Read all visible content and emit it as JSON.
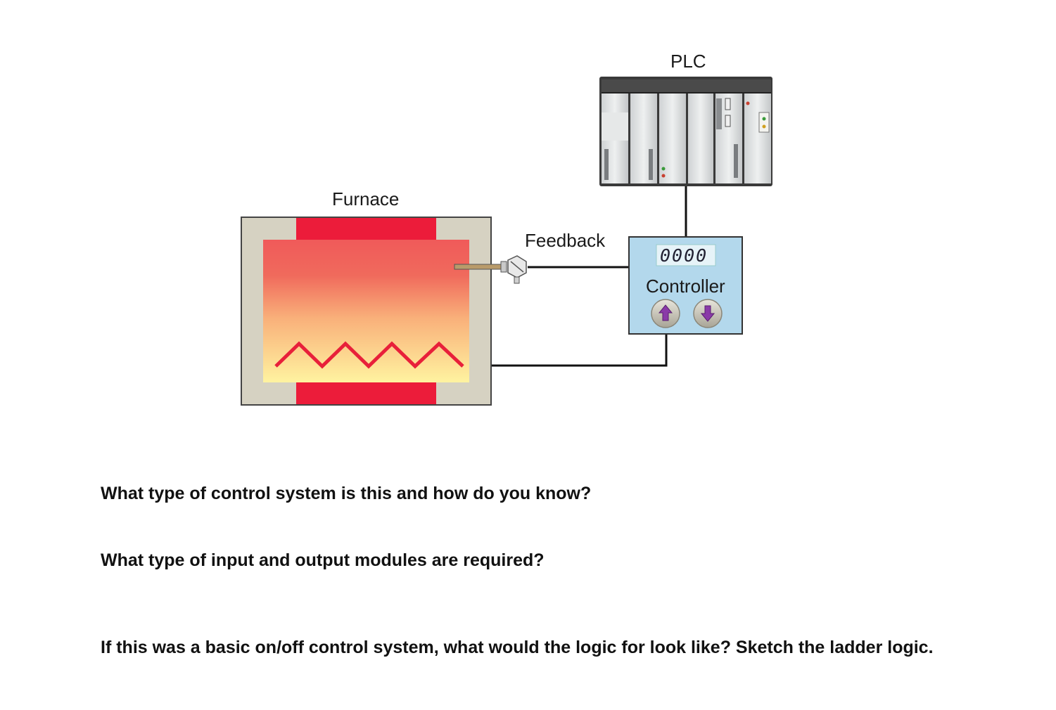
{
  "diagram": {
    "plc_label": "PLC",
    "furnace_label": "Furnace",
    "feedback_label": "Feedback",
    "controller_label": "Controller",
    "controller_display": "0000",
    "colors": {
      "furnace_wall": "#d6d2c2",
      "furnace_insulation": "#ec1c3a",
      "flame_top": "#f05a5a",
      "flame_bottom": "#fff3a0",
      "heating_element": "#e8203a",
      "controller_body": "#b3d8ec",
      "wire": "#111111"
    },
    "icons": {
      "thermocouple": "temperature-probe-icon",
      "up_button": "arrow-up-icon",
      "down_button": "arrow-down-icon"
    }
  },
  "questions": [
    "What type of control system is this and how do you know?",
    "What type of input and output modules are required?",
    "If this was a basic on/off control system, what would the logic for look like? Sketch the ladder logic."
  ]
}
